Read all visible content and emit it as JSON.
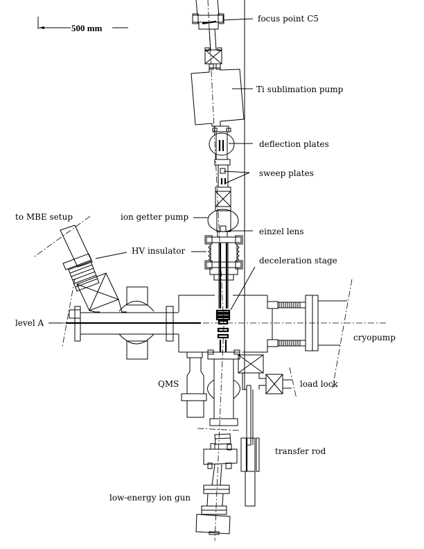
{
  "scale_bar": {
    "label": "500 mm"
  },
  "labels": {
    "focus_point": "focus point C5",
    "ti_pump": "Ti sublimation pump",
    "deflection": "deflection plates",
    "sweep": "sweep plates",
    "mbe": "to MBE setup",
    "ion_getter": "ion getter pump",
    "einzel": "einzel lens",
    "hv_insulator": "HV insulator",
    "deceleration": "deceleration stage",
    "level_a": "level A",
    "cryopump": "cryopump",
    "qms": "QMS",
    "load_lock": "load lock",
    "transfer_rod": "transfer rod",
    "ion_gun": "low-energy ion gun"
  }
}
